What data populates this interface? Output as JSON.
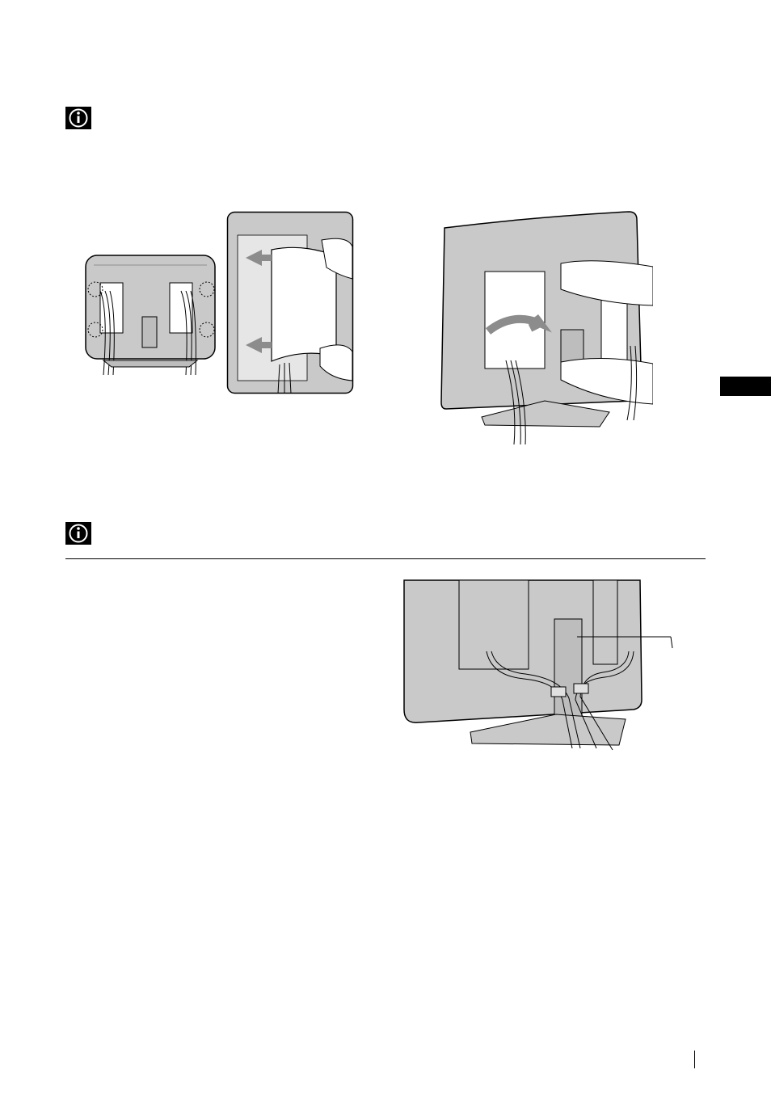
{
  "icons": {
    "note_1": "info-icon",
    "note_2": "info-icon"
  },
  "illustrations": {
    "fig_1": "tv-rear-cable-covers-overview",
    "fig_2": "attach-cable-cover-closeup",
    "fig_3": "attach-cover-both-hands",
    "fig_4": "cable-holder-bundling"
  },
  "colors": {
    "panel_gray": "#c9c9c9",
    "arrow_gray": "#8c8c8c",
    "line": "#000000"
  }
}
